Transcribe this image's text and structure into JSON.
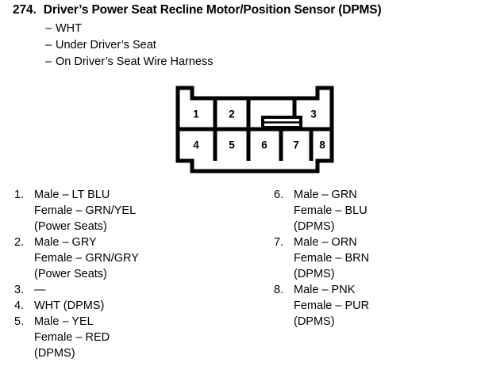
{
  "header": {
    "number": "274.",
    "title": "Driver’s Power Seat Recline Motor/Position Sensor (DPMS)",
    "dash": "–",
    "subtitles": [
      "WHT",
      "Under Driver’s Seat",
      "On Driver’s Seat Wire Harness"
    ]
  },
  "connector": {
    "name": "8-pin-connector-diagram",
    "pins_top": [
      "1",
      "2",
      "3"
    ],
    "pins_bottom": [
      "4",
      "5",
      "6",
      "7",
      "8"
    ],
    "latch_label": "latch-tab",
    "outline_color": "#000000",
    "fill_color": "#ffffff"
  },
  "legend": {
    "left": [
      {
        "marker": "1.",
        "lines": [
          "Male – LT BLU",
          "Female – GRN/YEL",
          "(Power Seats)"
        ]
      },
      {
        "marker": "2.",
        "lines": [
          "Male – GRY",
          "Female – GRN/GRY",
          "(Power Seats)"
        ]
      },
      {
        "marker": "3.",
        "lines": [
          "—"
        ]
      },
      {
        "marker": "4.",
        "lines": [
          "WHT (DPMS)"
        ]
      },
      {
        "marker": "5.",
        "lines": [
          "Male – YEL",
          "Female – RED",
          "(DPMS)"
        ]
      }
    ],
    "right": [
      {
        "marker": "6.",
        "lines": [
          "Male – GRN",
          "Female – BLU",
          "(DPMS)"
        ]
      },
      {
        "marker": "7.",
        "lines": [
          "Male – ORN",
          "Female – BRN",
          "(DPMS)"
        ]
      },
      {
        "marker": "8.",
        "lines": [
          "Male – PNK",
          "Female – PUR",
          "(DPMS)"
        ]
      }
    ]
  }
}
